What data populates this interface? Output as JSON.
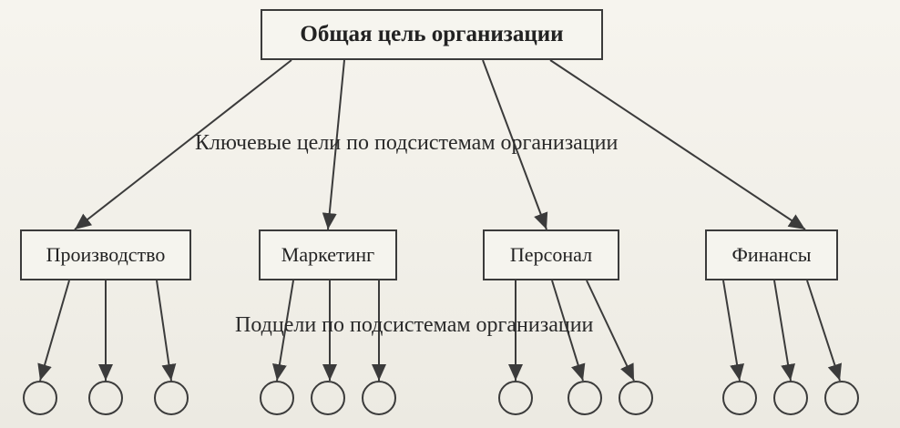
{
  "root": {
    "label": "Общая цель организации"
  },
  "captions": {
    "key_goals": "Ключевые цели по подсистемам организации",
    "sub_goals": "Подцели по подсистемам организации"
  },
  "subsystems": [
    {
      "label": "Производство",
      "subgoal_count": 3
    },
    {
      "label": "Маркетинг",
      "subgoal_count": 3
    },
    {
      "label": "Персонал",
      "subgoal_count": 3
    },
    {
      "label": "Финансы",
      "subgoal_count": 3
    }
  ],
  "colors": {
    "line": "#3b3b3b",
    "paper": "#f3f1ea"
  }
}
